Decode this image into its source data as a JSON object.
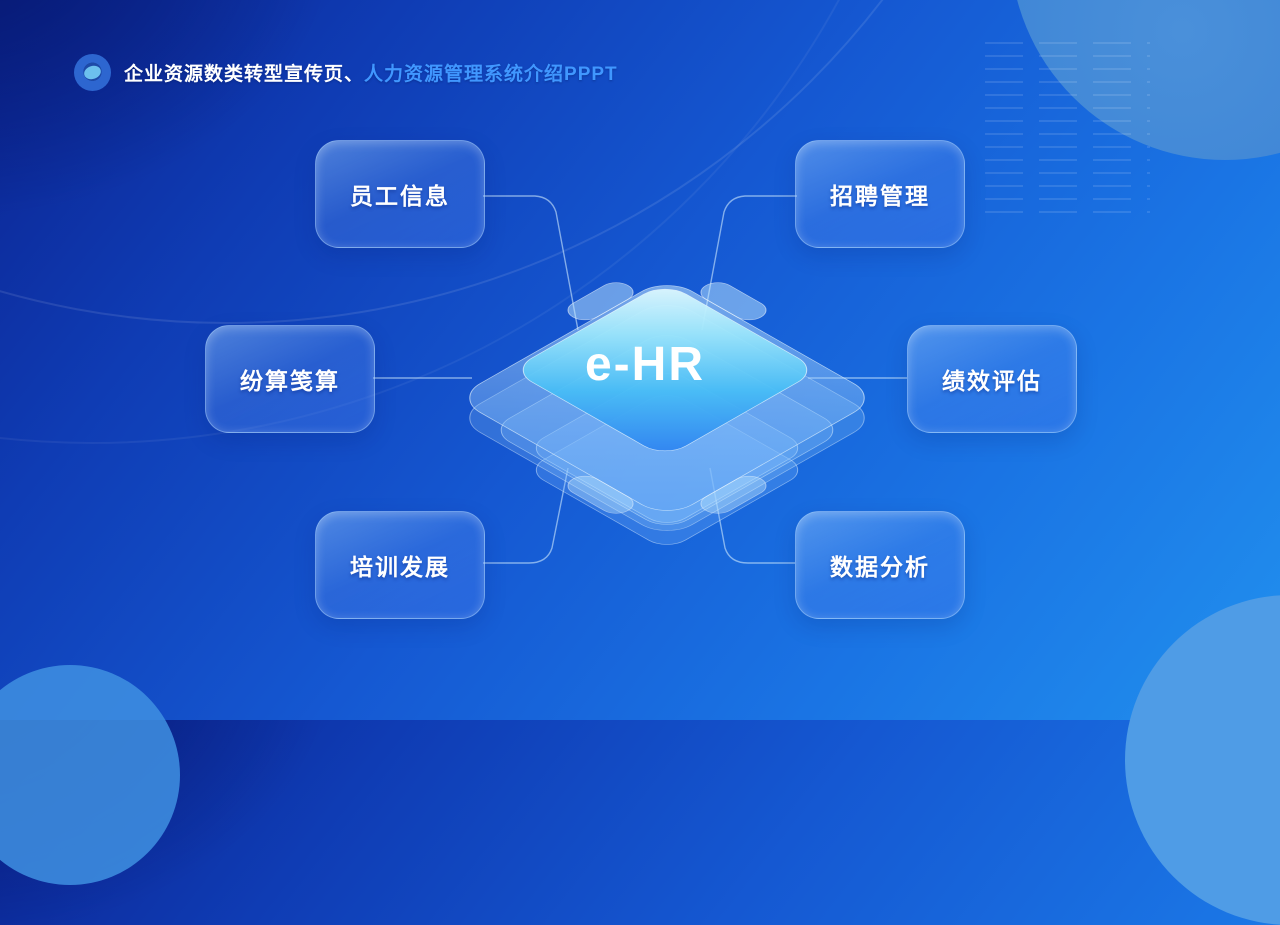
{
  "header": {
    "title_prefix": "企业资源数类转型宣传页、",
    "title_suffix": "人力资源管理系统介绍PPPT"
  },
  "diagram": {
    "center_label": "e-HR",
    "nodes": [
      {
        "id": "employee-info",
        "label": "员工信息",
        "position": "top-left"
      },
      {
        "id": "recruitment",
        "label": "招聘管理",
        "position": "top-right"
      },
      {
        "id": "payroll",
        "label": "纷算笺算",
        "position": "middle-left"
      },
      {
        "id": "performance",
        "label": "绩效评估",
        "position": "middle-right"
      },
      {
        "id": "training",
        "label": "培训发展",
        "position": "bottom-left"
      },
      {
        "id": "data-analysis",
        "label": "数据分析",
        "position": "bottom-right"
      }
    ]
  },
  "colors": {
    "background_dark": "#0b2390",
    "background_light": "#2190ee",
    "accent_text": "#4097ff",
    "node_text": "#ffffff",
    "chip_text": "#ffffff"
  }
}
